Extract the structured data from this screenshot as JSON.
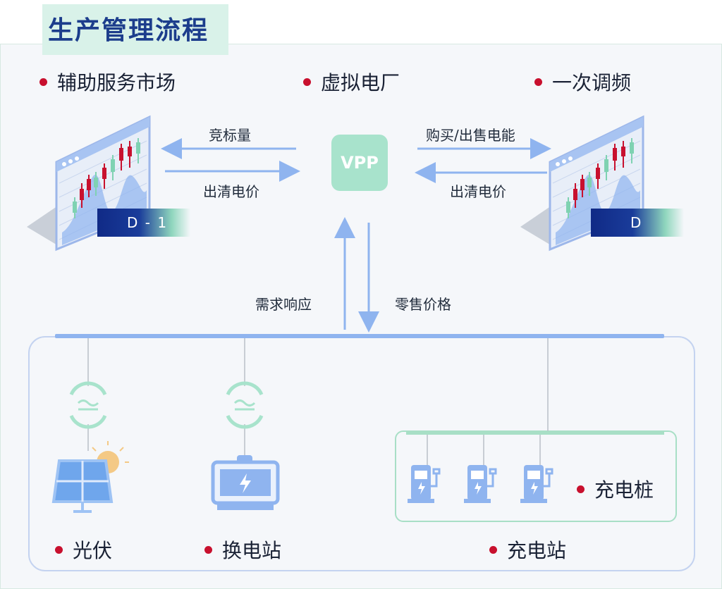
{
  "title": "生产管理流程",
  "top_items": {
    "left": "辅助服务市场",
    "center": "虚拟电厂",
    "right": "一次调频"
  },
  "arrows": {
    "left_top": "竞标量",
    "left_bottom": "出清电价",
    "right_top": "购买/出售电能",
    "right_bottom": "出清电价",
    "up": "需求响应",
    "down": "零售价格"
  },
  "vpp": "VPP",
  "monitors": {
    "left_badge": "D - 1",
    "right_badge": "D"
  },
  "bottom": {
    "pv": "光伏",
    "swap_station": "换电站",
    "charging_station": "充电站",
    "charging_pile": "充电桩"
  },
  "colors": {
    "accent_red": "#c8102e",
    "arrow_blue": "#8fb4ef",
    "mint": "#a8e3cc",
    "navy": "#1c3d8c"
  }
}
